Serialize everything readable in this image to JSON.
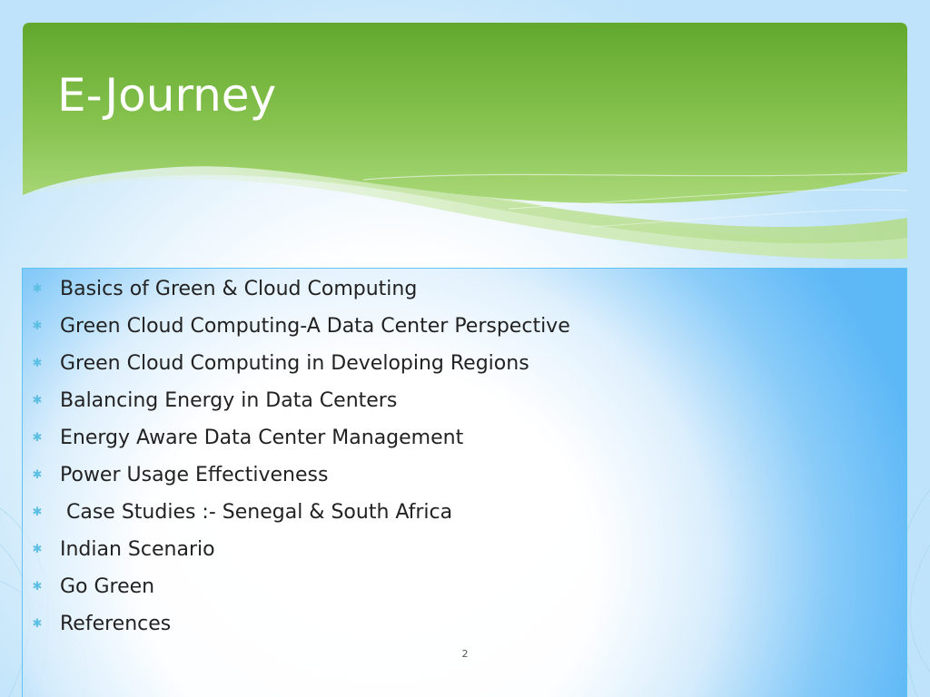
{
  "slide": {
    "title": "E-Journey",
    "bullets": [
      {
        "text": "Basics of Green & Cloud Computing"
      },
      {
        "text": "Green Cloud Computing-A Data Center Perspective"
      },
      {
        "text": "Green Cloud Computing in Developing Regions"
      },
      {
        "text": "Balancing Energy in Data Centers"
      },
      {
        "text": "Energy Aware Data Center Management"
      },
      {
        "text": "Power Usage Effectiveness"
      },
      {
        "text": " Case Studies :- Senegal & South Africa"
      },
      {
        "text": "Indian Scenario"
      },
      {
        "text": "Go Green"
      },
      {
        "text": "References"
      }
    ],
    "page_number": "2"
  },
  "icons": {
    "bullet": "asterisk-bullet-icon"
  },
  "colors": {
    "header_green_dark": "#62a82d",
    "header_green_light": "#9cd26a",
    "bullet_blue": "#5cbfe3",
    "box_border": "#5cc3f2",
    "box_edge_blue": "#58b6f6",
    "title_text": "#ffffff",
    "body_text": "#222222"
  }
}
